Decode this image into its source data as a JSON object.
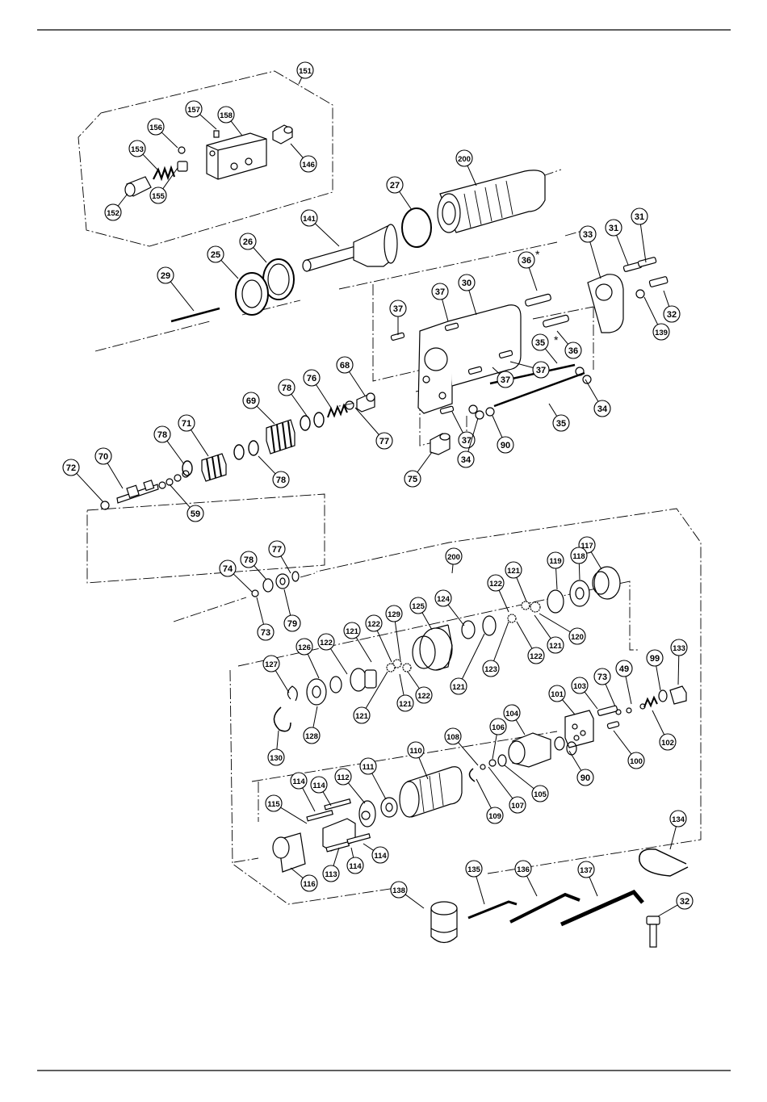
{
  "diagram": {
    "callouts": [
      {
        "id": "151"
      },
      {
        "id": "157"
      },
      {
        "id": "158"
      },
      {
        "id": "156"
      },
      {
        "id": "153"
      },
      {
        "id": "146"
      },
      {
        "id": "155"
      },
      {
        "id": "152"
      },
      {
        "id": "200"
      },
      {
        "id": "27"
      },
      {
        "id": "141"
      },
      {
        "id": "26"
      },
      {
        "id": "25"
      },
      {
        "id": "29"
      },
      {
        "id": "31"
      },
      {
        "id": "31"
      },
      {
        "id": "33"
      },
      {
        "id": "36"
      },
      {
        "id": "37"
      },
      {
        "id": "30"
      },
      {
        "id": "37"
      },
      {
        "id": "32"
      },
      {
        "id": "139"
      },
      {
        "id": "35"
      },
      {
        "id": "36"
      },
      {
        "id": "37"
      },
      {
        "id": "37"
      },
      {
        "id": "68"
      },
      {
        "id": "76"
      },
      {
        "id": "78"
      },
      {
        "id": "69"
      },
      {
        "id": "34"
      },
      {
        "id": "35"
      },
      {
        "id": "77"
      },
      {
        "id": "37"
      },
      {
        "id": "90"
      },
      {
        "id": "34"
      },
      {
        "id": "75"
      },
      {
        "id": "71"
      },
      {
        "id": "78"
      },
      {
        "id": "78"
      },
      {
        "id": "70"
      },
      {
        "id": "72"
      },
      {
        "id": "59"
      },
      {
        "id": "200"
      },
      {
        "id": "77"
      },
      {
        "id": "78"
      },
      {
        "id": "74"
      },
      {
        "id": "73"
      },
      {
        "id": "79"
      },
      {
        "id": "117"
      },
      {
        "id": "118"
      },
      {
        "id": "119"
      },
      {
        "id": "121"
      },
      {
        "id": "122"
      },
      {
        "id": "124"
      },
      {
        "id": "125"
      },
      {
        "id": "120"
      },
      {
        "id": "121"
      },
      {
        "id": "122"
      },
      {
        "id": "121"
      },
      {
        "id": "123"
      },
      {
        "id": "121"
      },
      {
        "id": "122"
      },
      {
        "id": "122"
      },
      {
        "id": "126"
      },
      {
        "id": "127"
      },
      {
        "id": "129"
      },
      {
        "id": "121"
      },
      {
        "id": "122"
      },
      {
        "id": "121"
      },
      {
        "id": "130"
      },
      {
        "id": "128"
      },
      {
        "id": "99"
      },
      {
        "id": "133"
      },
      {
        "id": "49"
      },
      {
        "id": "73"
      },
      {
        "id": "103"
      },
      {
        "id": "101"
      },
      {
        "id": "102"
      },
      {
        "id": "100"
      },
      {
        "id": "104"
      },
      {
        "id": "106"
      },
      {
        "id": "108"
      },
      {
        "id": "110"
      },
      {
        "id": "90"
      },
      {
        "id": "105"
      },
      {
        "id": "107"
      },
      {
        "id": "109"
      },
      {
        "id": "111"
      },
      {
        "id": "112"
      },
      {
        "id": "114"
      },
      {
        "id": "115"
      },
      {
        "id": "114"
      },
      {
        "id": "113"
      },
      {
        "id": "114"
      },
      {
        "id": "114"
      },
      {
        "id": "116"
      },
      {
        "id": "134"
      },
      {
        "id": "135"
      },
      {
        "id": "136"
      },
      {
        "id": "137"
      },
      {
        "id": "138"
      },
      {
        "id": "32"
      }
    ],
    "notes": {
      "star_a": "*",
      "star_b": "*"
    }
  }
}
